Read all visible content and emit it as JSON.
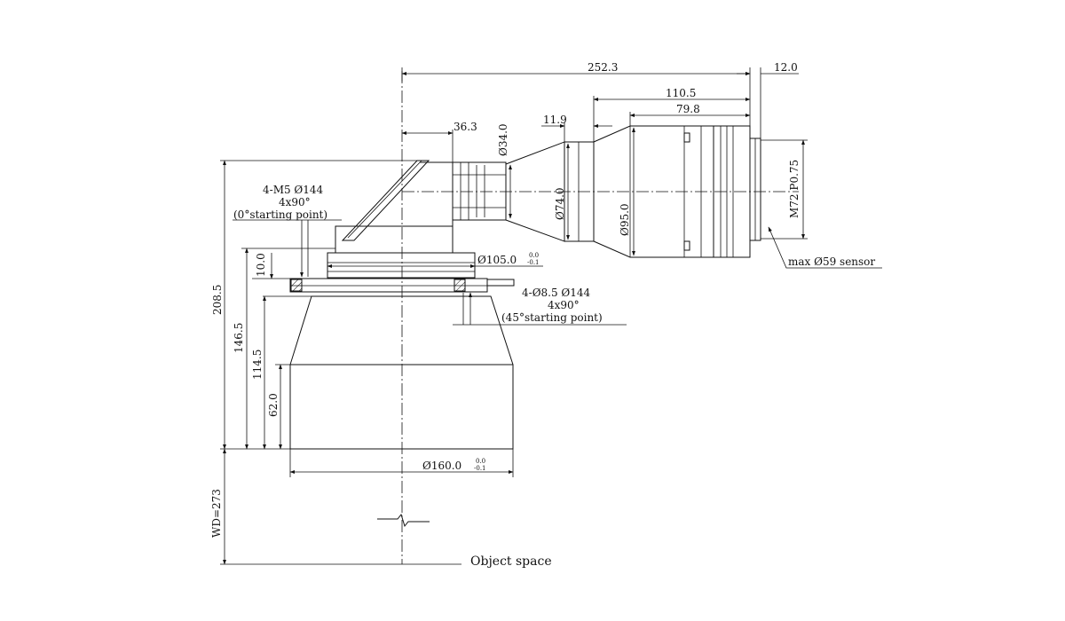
{
  "dimensions": {
    "total_length": "252.3",
    "rear_extension": "12.0",
    "rear_body_length": "110.5",
    "rear_barrel_length": "79.8",
    "cone_offset": "11.9",
    "mirror_offset": "36.3",
    "dia_34": "Ø34.0",
    "dia_74": "Ø74.0",
    "dia_95": "Ø95.0",
    "mount_thread": "M72 P0.75",
    "max_sensor": "max Ø59 sensor",
    "flange_dia": "Ø105.0",
    "flange_tol_upper": "0.0",
    "flange_tol_lower": "-0.1",
    "front_dia": "Ø160.0",
    "front_tol_upper": "0.0",
    "front_tol_lower": "-0.1",
    "total_height": "208.5",
    "h_146": "146.5",
    "h_114": "114.5",
    "h_62": "62.0",
    "h_10": "10.0",
    "working_distance": "WD=273"
  },
  "notes": {
    "tapped_holes": {
      "line1": "4-M5 Ø144",
      "line2": "4x90°",
      "line3": "(0°starting point)"
    },
    "through_holes": {
      "line1": "4-Ø8.5 Ø144",
      "line2": "4x90°",
      "line3": "(45°starting point)"
    }
  },
  "labels": {
    "object_space": "Object space"
  }
}
